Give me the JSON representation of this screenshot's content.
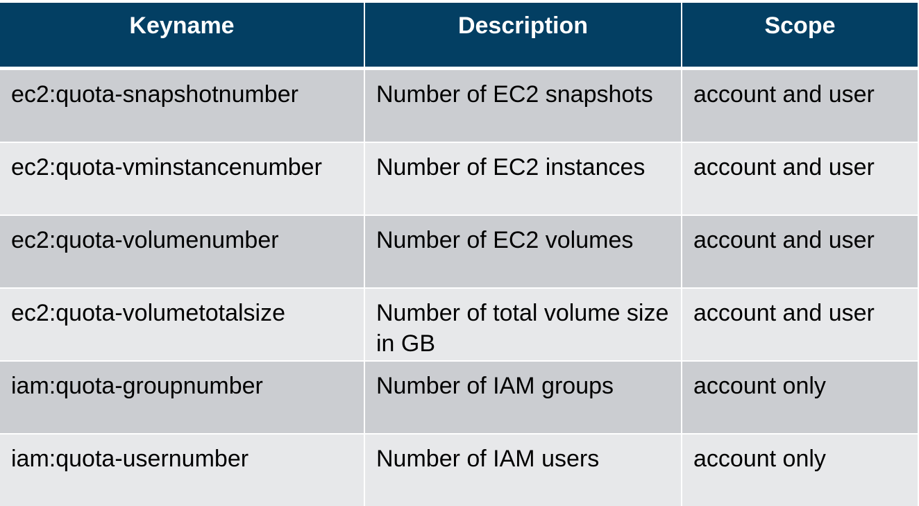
{
  "table": {
    "headers": [
      "Keyname",
      "Description",
      "Scope"
    ],
    "rows": [
      [
        "ec2:quota-snapshotnumber",
        "Number of EC2 snapshots",
        "account and user"
      ],
      [
        "ec2:quota-vminstancenumber",
        "Number of EC2 instances",
        "account and user"
      ],
      [
        "ec2:quota-volumenumber",
        "Number of EC2 volumes",
        "account and user"
      ],
      [
        "ec2:quota-volumetotalsize",
        "Number of total volume size in GB",
        "account and user"
      ],
      [
        "iam:quota-groupnumber",
        "Number of IAM groups",
        "account only"
      ],
      [
        "iam:quota-usernumber",
        "Number of IAM users",
        "account only"
      ]
    ]
  },
  "colors": {
    "header_bg": "#033f63",
    "header_text": "#ffffff",
    "row_dark": "#cbcdd1",
    "row_light": "#e7e8ea"
  }
}
